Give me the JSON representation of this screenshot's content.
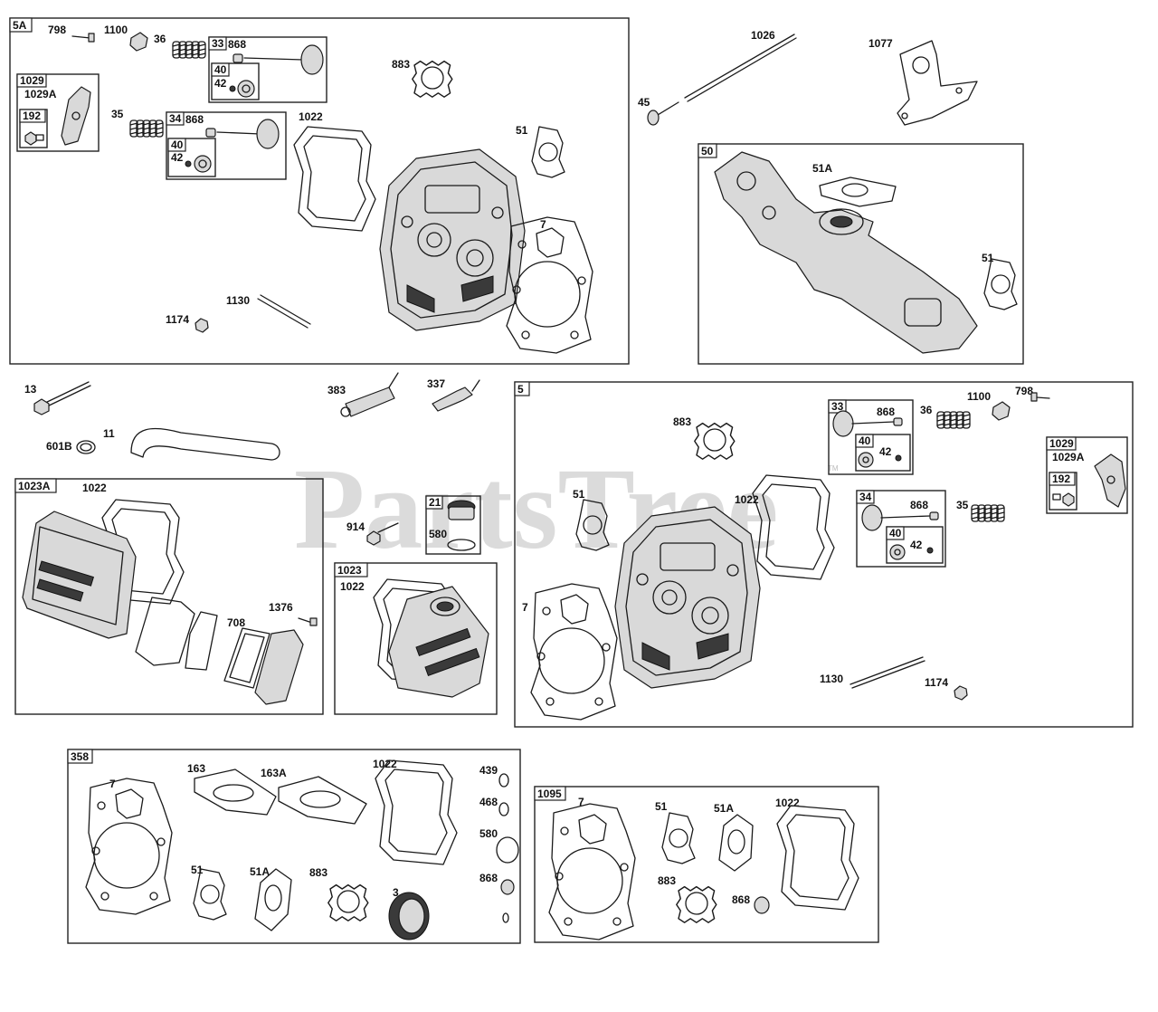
{
  "watermark": {
    "text": "PartsTree",
    "trademark": "TM"
  },
  "groups": {
    "g5A": "5A",
    "g1029": "1029",
    "g192": "192",
    "g33": "33",
    "g40": "40",
    "g34": "34",
    "g50": "50",
    "g1023A": "1023A",
    "g21": "21",
    "g1023": "1023",
    "g5": "5",
    "g358": "358",
    "g1095": "1095"
  },
  "labels": {
    "a798": "798",
    "a1100": "1100",
    "a36": "36",
    "a868a": "868",
    "a42a": "42",
    "a1029A": "1029A",
    "a35": "35",
    "a868b": "868",
    "a42b": "42",
    "a883": "883",
    "a1022": "1022",
    "a51": "51",
    "a7": "7",
    "a1130": "1130",
    "a1174": "1174",
    "b1026": "1026",
    "b1077": "1077",
    "b45": "45",
    "b51A": "51A",
    "b51": "51",
    "c13": "13",
    "c383": "383",
    "c337": "337",
    "c11": "11",
    "c601B": "601B",
    "d1022": "1022",
    "d708": "708",
    "d1376": "1376",
    "e914": "914",
    "e580": "580",
    "f1022": "1022",
    "g883": "883",
    "g868a": "868",
    "g36": "36",
    "g1100": "1100",
    "g798": "798",
    "g42a": "42",
    "g1029A": "1029A",
    "g51": "51",
    "g1022": "1022",
    "g868b": "868",
    "g35": "35",
    "g42b": "42",
    "g7": "7",
    "g1130": "1130",
    "g1174": "1174",
    "h7": "7",
    "h163": "163",
    "h163A": "163A",
    "h1022": "1022",
    "h439": "439",
    "h468": "468",
    "h580": "580",
    "h868": "868",
    "h51": "51",
    "h51A": "51A",
    "h883": "883",
    "h3": "3",
    "i7": "7",
    "i51": "51",
    "i51A": "51A",
    "i1022": "1022",
    "i883": "883",
    "i868": "868"
  }
}
